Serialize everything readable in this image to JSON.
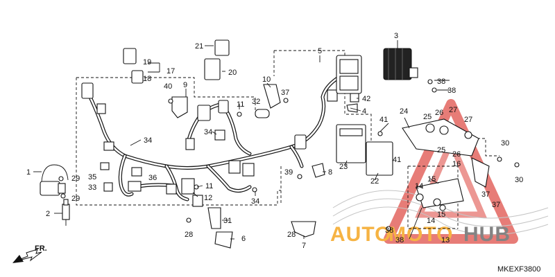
{
  "diagram_code": "MKEXF3800",
  "direction_label": "FR.",
  "watermark": {
    "part1": "AUTO",
    "part2": "MOTO",
    "part3": "HUB",
    "color_orange": "#f5a623",
    "color_gray": "#9a9a9a",
    "color_red": "#d9332b"
  },
  "labels": {
    "l1": "1",
    "l2": "2",
    "l3": "3",
    "l4": "4",
    "l5": "5",
    "l6": "6",
    "l7": "7",
    "l8": "8",
    "l9": "9",
    "l10": "10",
    "l11": "11",
    "l12": "12",
    "l13": "13",
    "l14": "14",
    "l15": "15",
    "l16": "16",
    "l17": "17",
    "l18": "18",
    "l19": "19",
    "l20": "20",
    "l21": "21",
    "l22": "22",
    "l23": "23",
    "l24": "24",
    "l25": "25",
    "l26": "26",
    "l27": "27",
    "l28": "28",
    "l29": "29",
    "l30": "30",
    "l31": "31",
    "l32": "32",
    "l33": "33",
    "l34": "34",
    "l35": "35",
    "l36": "36",
    "l37": "37",
    "l38": "38",
    "l39": "39",
    "l40": "40",
    "l41": "41",
    "l42": "42"
  }
}
